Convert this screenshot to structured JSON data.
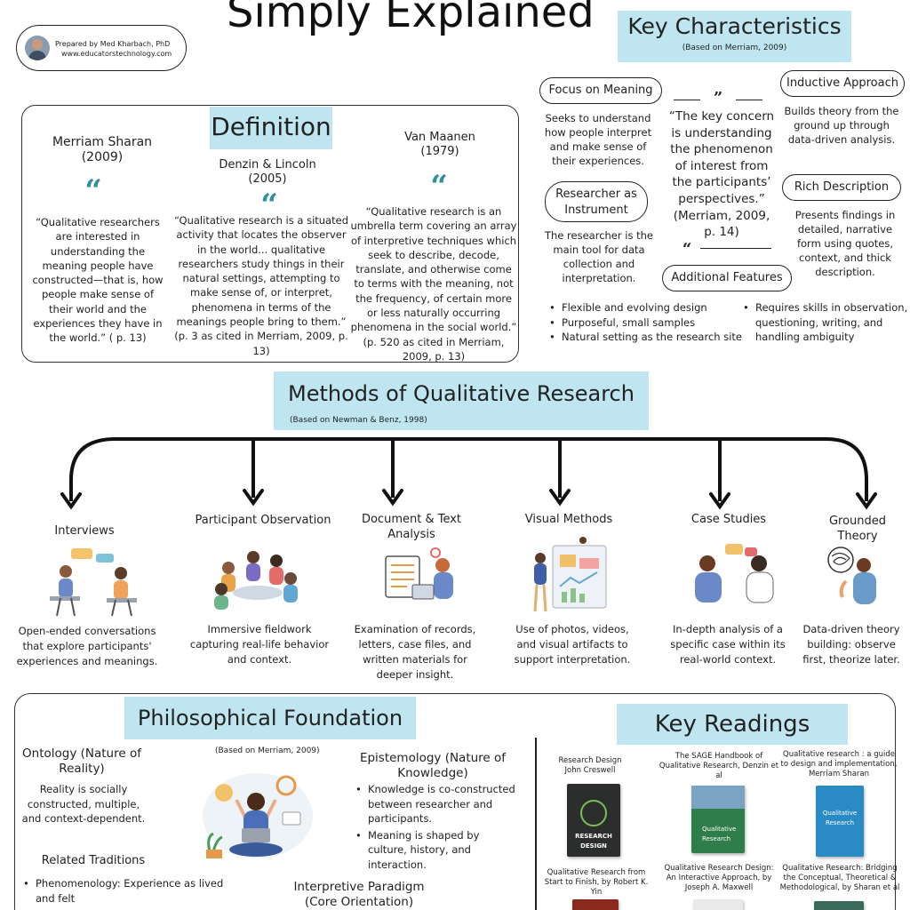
{
  "header": {
    "title": "Simply Explained",
    "credit_line1": "Prepared by Med Kharbach, PhD",
    "credit_line2": "www.educatorstechnology.com"
  },
  "definition": {
    "heading": "Definition",
    "merriam": {
      "name": "Merriam Sharan",
      "year": "(2009)",
      "quote": "“Qualitative researchers are interested in understanding the meaning people have constructed—that is, how people make sense of their world and the experiences they have in the world.” ( p. 13)"
    },
    "denzin": {
      "name": "Denzin & Lincoln",
      "year": "(2005)",
      "quote": "“Qualitative research is a situated activity that locates the observer in the world... qualitative researchers study things in their natural settings, attempting to make sense of, or interpret, phenomena in terms of the meanings people bring to them.” (p. 3 as cited in Merriam, 2009, p. 13)"
    },
    "vanmaanen": {
      "name": "Van Maanen",
      "year": "(1979)",
      "quote": "“Qualitative research is an umbrella term covering an array of interpretive techniques which seek to describe, decode, translate, and otherwise come to terms with the meaning, not the frequency, of certain more or less naturally occurring phenomena in the social world.” (p. 520 as cited in Merriam, 2009, p. 13)"
    }
  },
  "key_characteristics": {
    "heading": "Key Characteristics",
    "sub": "(Based on Merriam, 2009)",
    "focus_label": "Focus on Meaning",
    "focus_text": "Seeks to understand how people interpret and make sense of their experiences.",
    "researcher_label": "Researcher as Instrument",
    "researcher_text": "The researcher is the main tool for data collection and interpretation.",
    "quote": "“The key concern is understanding the phenomenon of interest from the participants’ perspectives.” (Merriam, 2009, p. 14)",
    "inductive_label": "Inductive Approach",
    "inductive_text": "Builds theory from the ground up through data-driven analysis.",
    "rich_label": "Rich Description",
    "rich_text": "Presents findings in detailed, narrative form using quotes, context, and thick description.",
    "additional_label": "Additional Features",
    "features_left": [
      "Flexible and evolving design",
      "Purposeful, small samples",
      "Natural setting as the research site"
    ],
    "features_right": [
      "Requires skills in observation, questioning, writing, and handling ambiguity"
    ]
  },
  "methods": {
    "heading": "Methods of Qualitative Research",
    "sub": "(Based on Newman & Benz, 1998)",
    "items": [
      {
        "label": "Interviews",
        "text": "Open-ended conversations that explore participants' experiences and meanings."
      },
      {
        "label": "Participant Observation",
        "text": "Immersive fieldwork capturing real-life behavior and context."
      },
      {
        "label": "Document & Text Analysis",
        "text": "Examination of records, letters, case files, and written materials for deeper insight."
      },
      {
        "label": "Visual Methods",
        "text": "Use of photos, videos, and visual artifacts to support interpretation."
      },
      {
        "label": "Case Studies",
        "text": "In-depth analysis of a specific case within its real-world context."
      },
      {
        "label": "Grounded Theory",
        "text": "Data-driven theory building: observe first, theorize later."
      }
    ]
  },
  "philosophy": {
    "heading": "Philosophical Foundation",
    "sub": "(Based on Merriam, 2009)",
    "ontology_label": "Ontology (Nature of Reality)",
    "ontology_text": "Reality is socially constructed, multiple, and context-dependent.",
    "related_label": "Related Traditions",
    "related_items": [
      "Phenomenology: Experience as lived and felt"
    ],
    "epistemology_label": "Epistemology (Nature of Knowledge)",
    "epistemology_items": [
      "Knowledge is co-constructed between researcher and participants.",
      "Meaning is shaped by culture, history, and interaction."
    ],
    "paradigm_label": "Interpretive Paradigm (Core Orientation)"
  },
  "readings": {
    "heading": "Key Readings",
    "books": [
      {
        "caption": "Research Design John Creswell",
        "cover_title": "RESEARCH DESIGN",
        "color": "#2b2e2c"
      },
      {
        "caption": "The SAGE Handbook of Qualitative Research, Denzin et al",
        "cover_title": "Qualitative Research",
        "color": "#2f7d4a"
      },
      {
        "caption": "Qualitative research : a guide to design and implementation, Merriam Sharan",
        "cover_title": "Qualitative Research",
        "color": "#2a8bc4"
      }
    ],
    "captions_row2": [
      "Qualitative Research from Start to Finish, by Robert K. Yin",
      "Qualitative Research Design: An Interactive Approach, by Joseph A. Maxwell",
      "Qualitative Research: Bridging the Conceptual, Theoretical & Methodological, by Sharan et al"
    ]
  },
  "colors": {
    "highlight": "#bfe6f0",
    "accent": "#2f8ea0"
  }
}
